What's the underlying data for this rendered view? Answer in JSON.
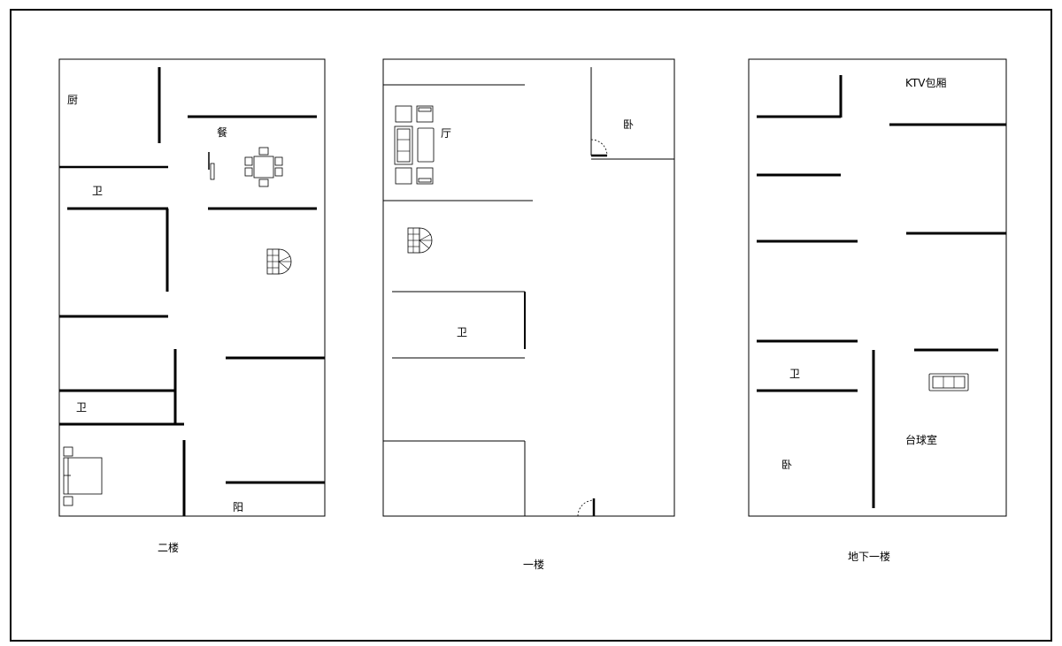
{
  "floors": [
    {
      "caption": "二楼",
      "rooms": [
        "厨",
        "餐",
        "卫",
        "卫",
        "阳"
      ]
    },
    {
      "caption": "一楼",
      "rooms": [
        "厅",
        "卧",
        "卫"
      ]
    },
    {
      "caption": "地下一楼",
      "rooms": [
        "KTV包厢",
        "卫",
        "台球室",
        "卧"
      ]
    }
  ],
  "colors": {
    "line": "#000000",
    "background": "#ffffff"
  }
}
